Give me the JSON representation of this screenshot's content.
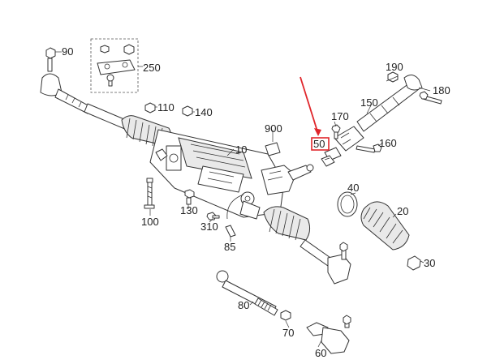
{
  "diagram": {
    "highlight_color": "#e0262b",
    "highlighted_callout": "50",
    "callouts": {
      "c10": "10",
      "c20": "20",
      "c30": "30",
      "c40": "40",
      "c50": "50",
      "c60": "60",
      "c70": "70",
      "c80": "80",
      "c85": "85",
      "c90": "90",
      "c100": "100",
      "c110": "110",
      "c130": "130",
      "c140": "140",
      "c150": "150",
      "c160": "160",
      "c170": "170",
      "c180": "180",
      "c190": "190",
      "c250": "250",
      "c310": "310",
      "c900": "900"
    }
  }
}
